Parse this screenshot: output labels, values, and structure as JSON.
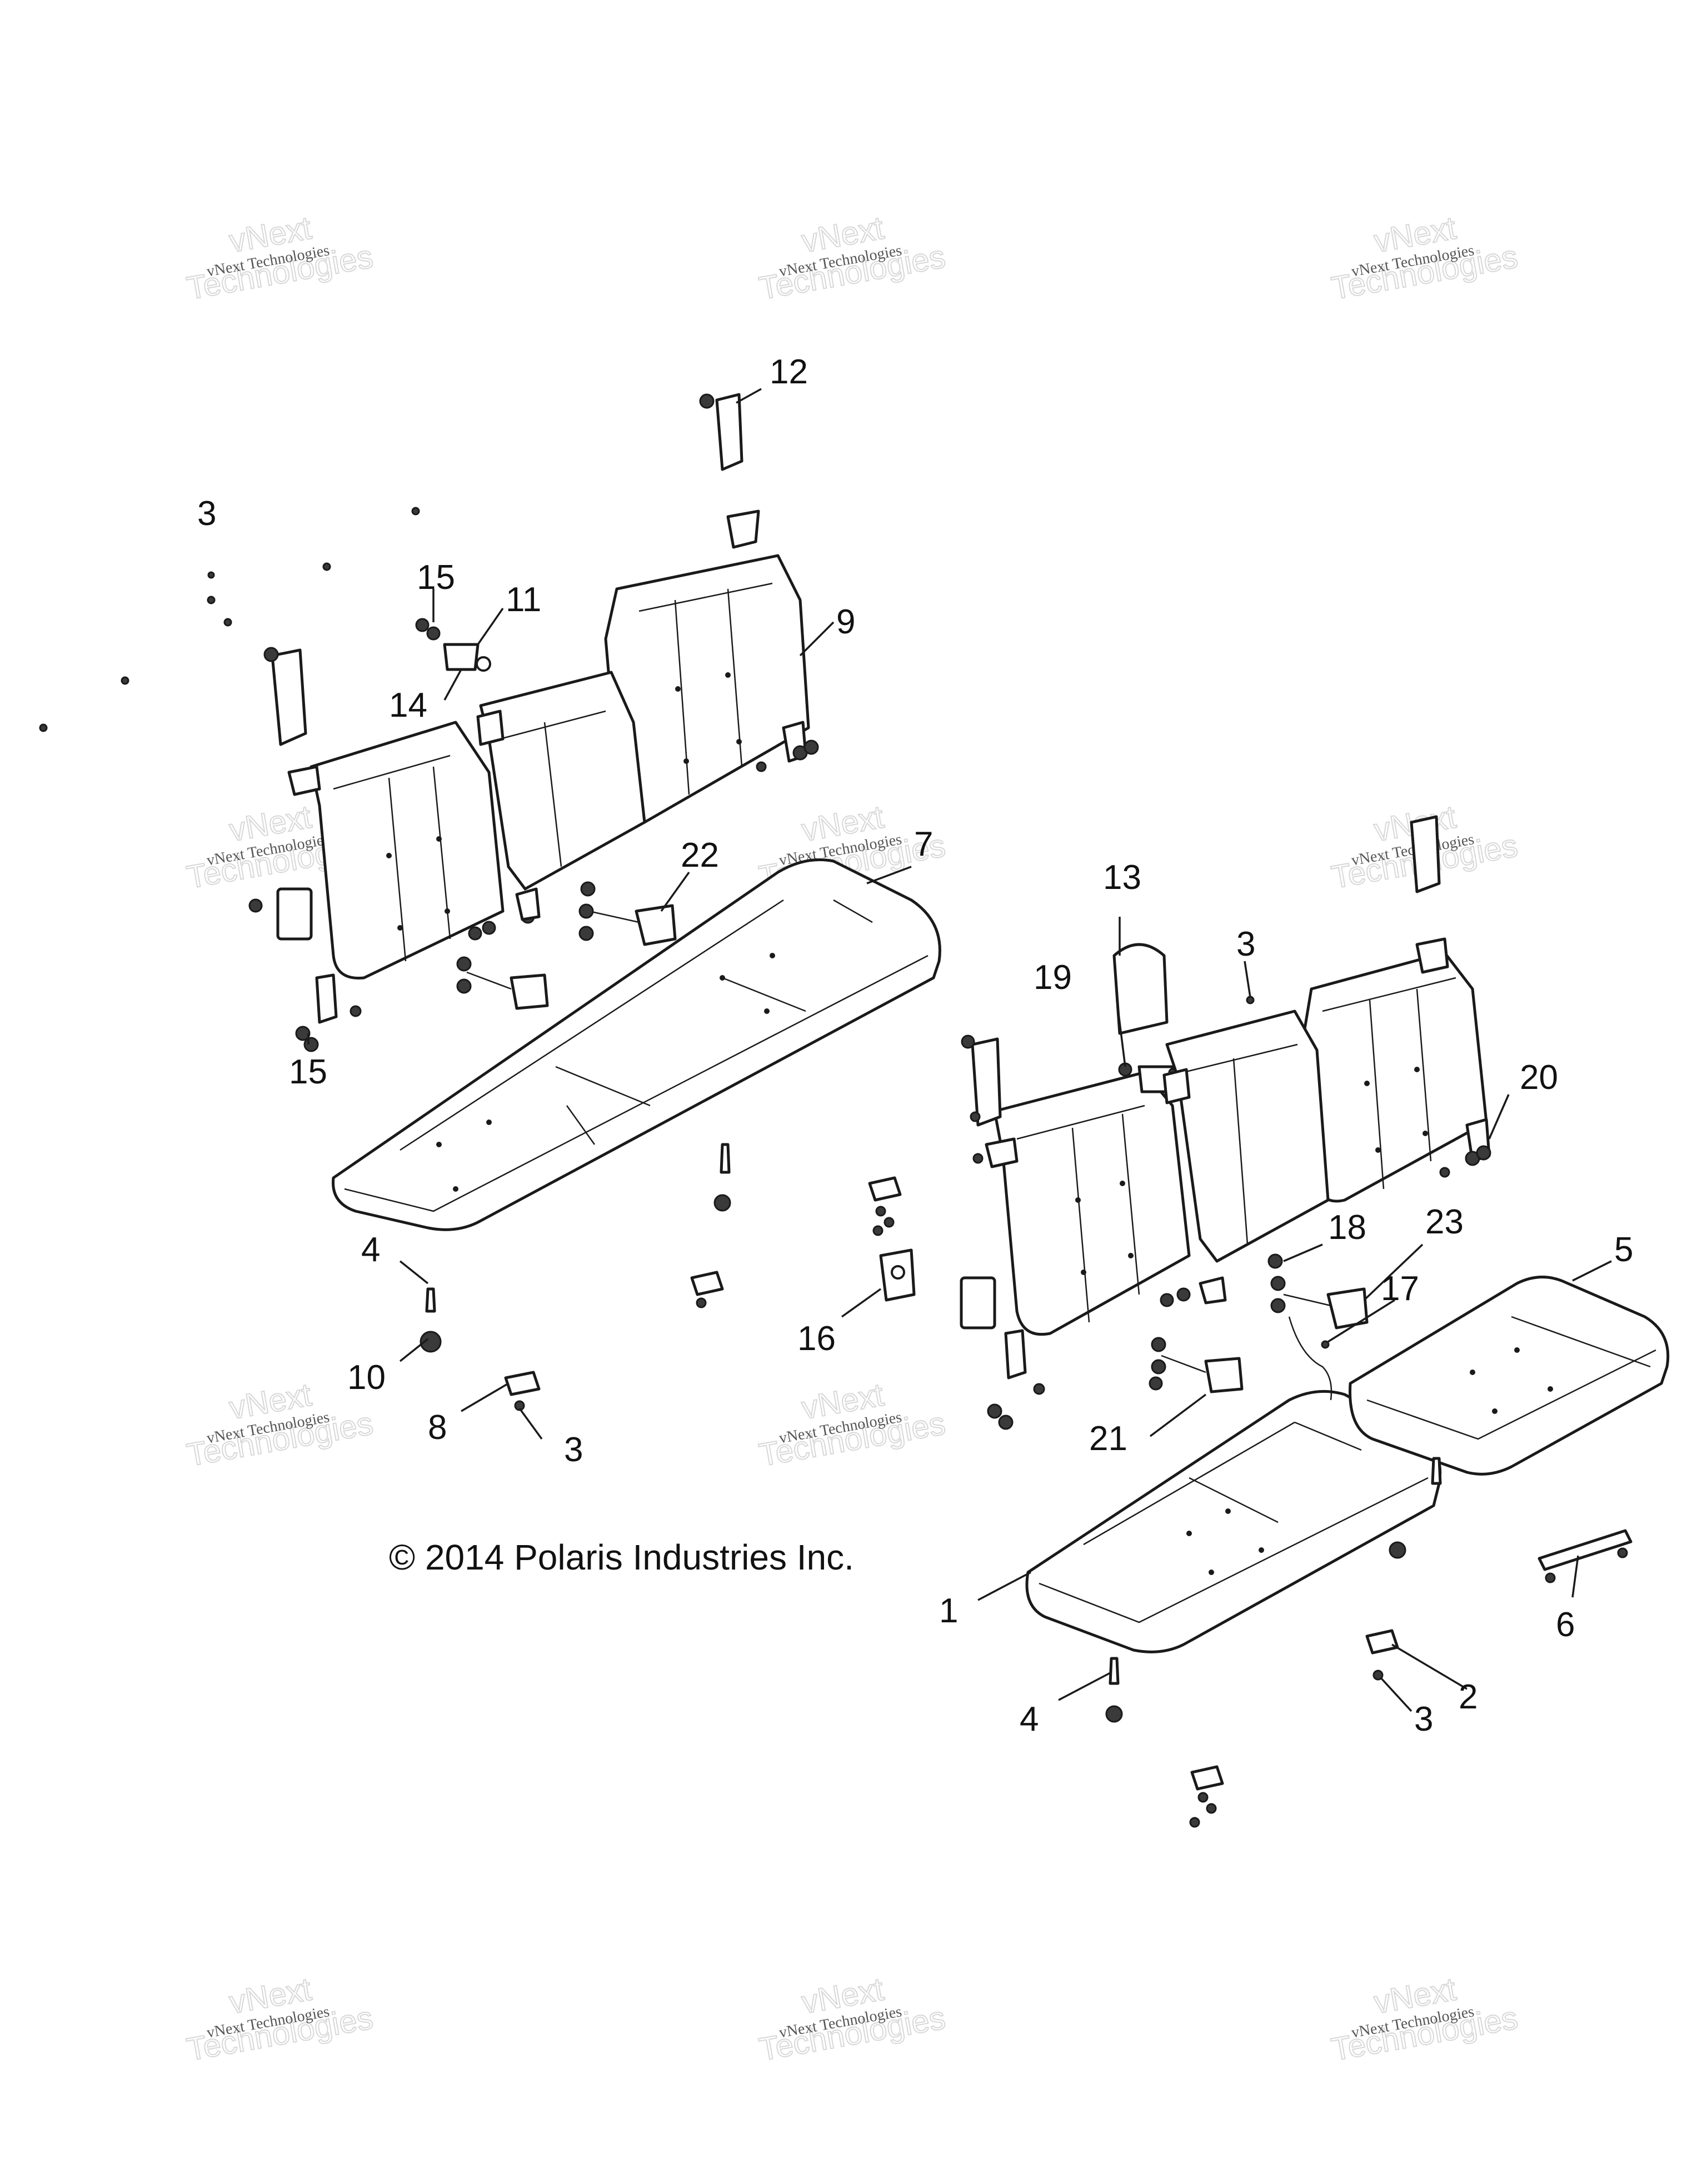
{
  "copyright": "© 2014 Polaris Industries Inc.",
  "watermark": {
    "line_small": "vNext Technologies",
    "line_big_top": "vNext",
    "line_big_bottom": "Technologies"
  },
  "callouts": {
    "c1": "1",
    "c2": "2",
    "c3a": "3",
    "c3b": "3",
    "c3c": "3",
    "c3d": "3",
    "c4a": "4",
    "c4b": "4",
    "c5": "5",
    "c6": "6",
    "c7": "7",
    "c8": "8",
    "c9": "9",
    "c10": "10",
    "c11": "11",
    "c12": "12",
    "c13": "13",
    "c14": "14",
    "c15a": "15",
    "c15b": "15",
    "c16": "16",
    "c17": "17",
    "c18": "18",
    "c19": "19",
    "c20": "20",
    "c21": "21",
    "c22": "22",
    "c23": "23"
  }
}
